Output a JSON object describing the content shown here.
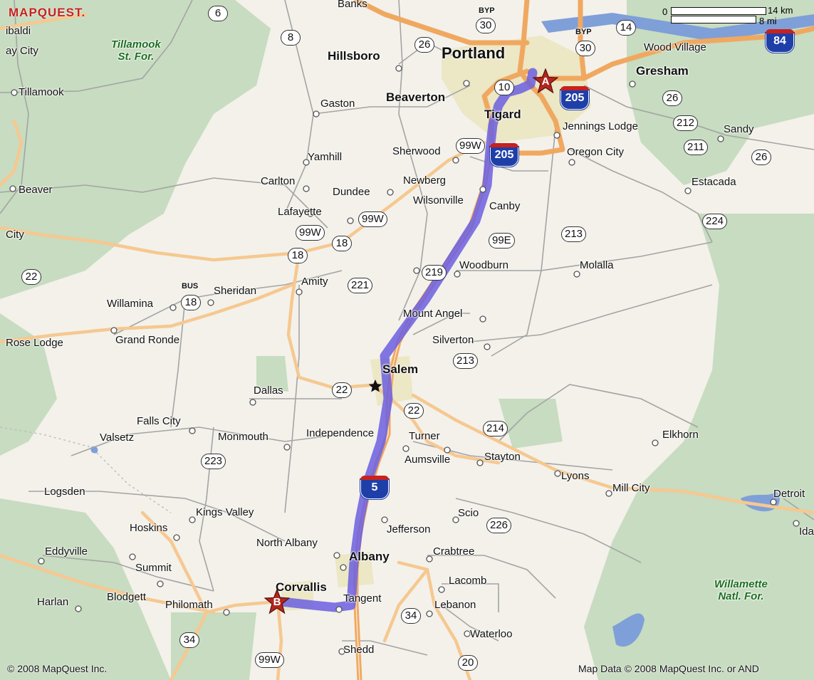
{
  "logo": "MAPQUEST.",
  "scale": {
    "zero": "0",
    "km": "14 km",
    "mi": "8 mi"
  },
  "copyright_left": "© 2008 MapQuest Inc.",
  "copyright_right": "Map Data  © 2008 MapQuest Inc. or  AND",
  "colors": {
    "route": "#6b5fe0",
    "interstate": "#f0a860",
    "highway": "#f6c890",
    "road": "#9c9c9c",
    "forest": "#c7dcc0",
    "water": "#7f9fd8",
    "urban": "#ece7c4",
    "marker": "#b3261e",
    "ishield": "#1f3fa8"
  },
  "markers": {
    "start": "A",
    "end": "B"
  },
  "places": {
    "banks": "Banks",
    "ibaldi": "ibaldi",
    "ay_city": "ay City",
    "tillamook": "Tillamook",
    "hillsboro": "Hillsboro",
    "portland": "Portland",
    "wood_village": "Wood Village",
    "gresham": "Gresham",
    "gaston": "Gaston",
    "beaverton": "Beaverton",
    "tigard": "Tigard",
    "jennings_lodge": "Jennings Lodge",
    "sandy": "Sandy",
    "sherwood": "Sherwood",
    "oregon_city": "Oregon City",
    "yamhill": "Yamhill",
    "carlton": "Carlton",
    "newberg": "Newberg",
    "dundee": "Dundee",
    "wilsonville": "Wilsonville",
    "canby": "Canby",
    "estacada": "Estacada",
    "beaver": "Beaver",
    "lafayette": "Lafayette",
    "city": "City",
    "woodburn": "Woodburn",
    "molalla": "Molalla",
    "amity": "Amity",
    "sheridan": "Sheridan",
    "willamina": "Willamina",
    "mount_angel": "Mount Angel",
    "grand_ronde": "Grand Ronde",
    "rose_lodge": "Rose Lodge",
    "silverton": "Silverton",
    "salem": "Salem",
    "dallas": "Dallas",
    "falls_city": "Falls City",
    "valsetz": "Valsetz",
    "monmouth": "Monmouth",
    "independence": "Independence",
    "turner": "Turner",
    "elkhorn": "Elkhorn",
    "aumsville": "Aumsville",
    "stayton": "Stayton",
    "lyons": "Lyons",
    "mill_city": "Mill City",
    "detroit": "Detroit",
    "logsden": "Logsden",
    "kings_valley": "Kings Valley",
    "hoskins": "Hoskins",
    "scio": "Scio",
    "jefferson": "Jefferson",
    "ida": "Ida",
    "eddyville": "Eddyville",
    "north_albany": "North Albany",
    "albany": "Albany",
    "crabtree": "Crabtree",
    "summit": "Summit",
    "lacomb": "Lacomb",
    "corvallis": "Corvallis",
    "harlan": "Harlan",
    "blodgett": "Blodgett",
    "philomath": "Philomath",
    "tangent": "Tangent",
    "lebanon": "Lebanon",
    "waterloo": "Waterloo",
    "shedd": "Shedd",
    "bus": "BUS",
    "byp1": "BYP",
    "byp2": "BYP"
  },
  "forests": {
    "tillamook": [
      "Tillamook",
      "St. For."
    ],
    "willamette": [
      "Willamette",
      "Natl. For."
    ]
  },
  "shields": {
    "s6": "6",
    "s8": "8",
    "s26a": "26",
    "s30a": "30",
    "s30b": "30",
    "s14": "14",
    "s10": "10",
    "s26b": "26",
    "s212": "212",
    "s211": "211",
    "s26c": "26",
    "s99w_a": "99W",
    "s224": "224",
    "s99w_b": "99W",
    "s99w_c": "99W",
    "s18a": "18",
    "s18b": "18",
    "s99e": "99E",
    "s213a": "213",
    "s22a": "22",
    "s221": "221",
    "s219": "219",
    "s18c": "18",
    "s213b": "213",
    "s22b": "22",
    "s22c": "22",
    "s214": "214",
    "s223": "223",
    "s226": "226",
    "s34a": "34",
    "s34b": "34",
    "s99w_d": "99W",
    "s20": "20"
  },
  "interstates": {
    "i84": "84",
    "i205a": "205",
    "i205b": "205",
    "i5": "5"
  }
}
